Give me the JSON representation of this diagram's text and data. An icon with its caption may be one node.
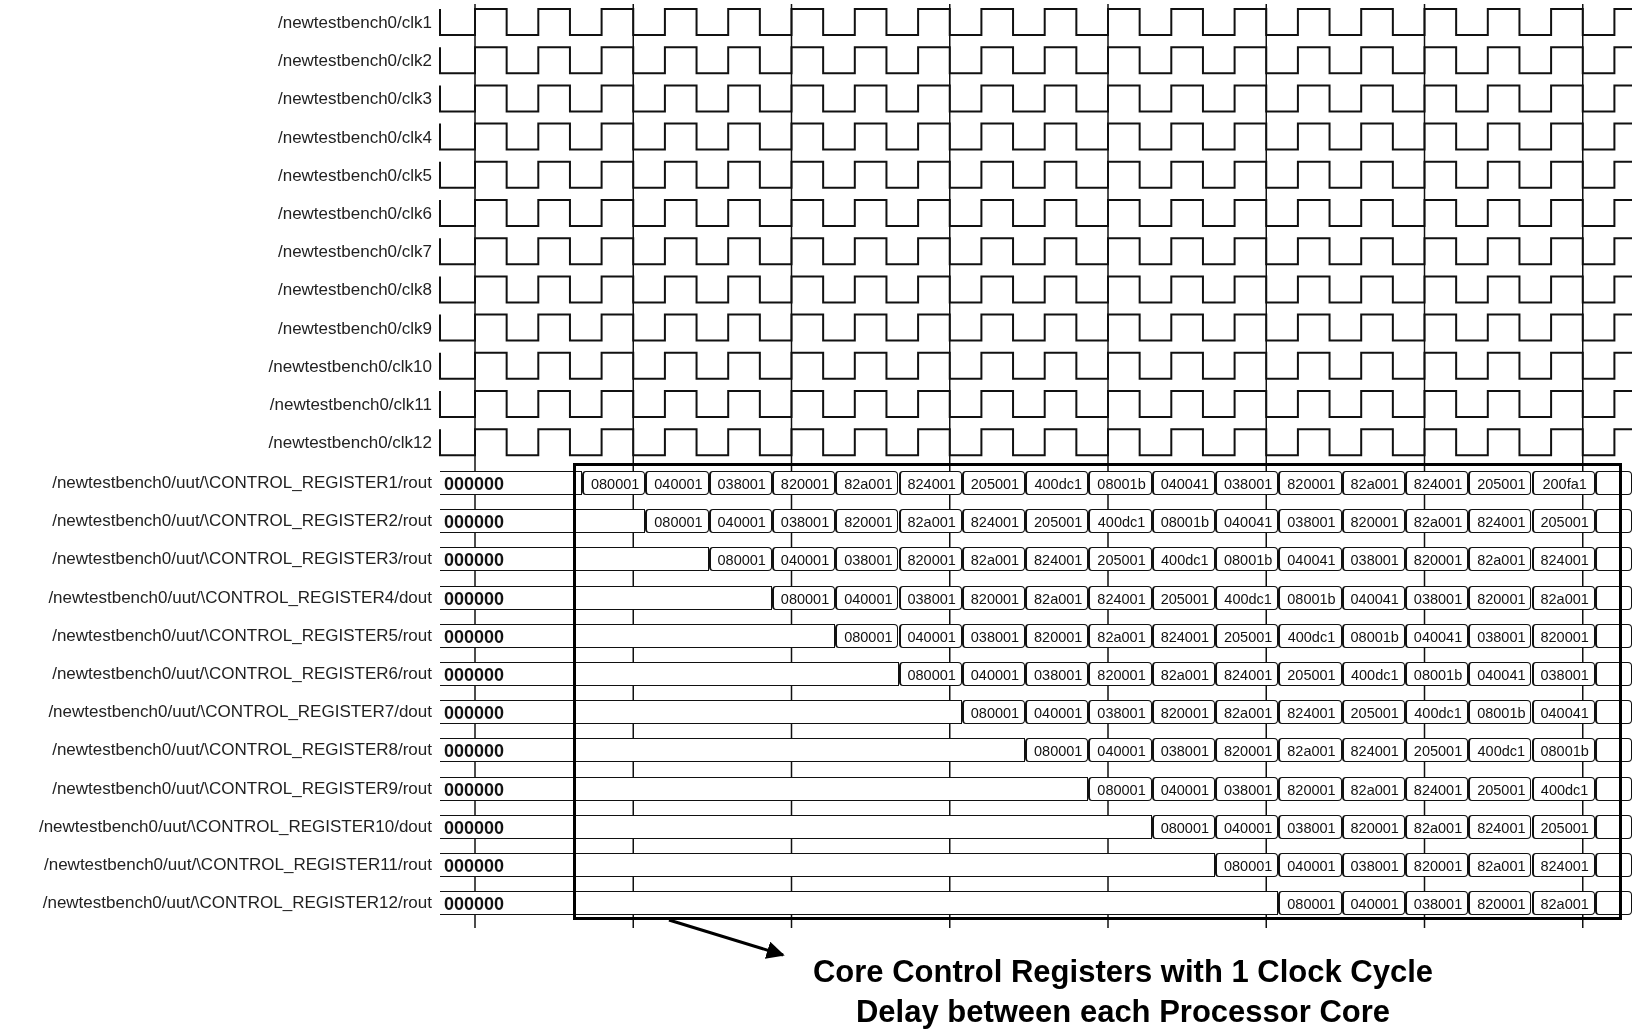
{
  "diagram": {
    "nodes": [
      {
        "text": [],
        "shape": "box"
      },
      {
        "text": [
          "Core Control Registers with 1 Clock Cycle Delay between each Processor Core"
        ]
      }
    ],
    "edges": [
      {
        "from": 0,
        "to": 1,
        "arrow": "to"
      }
    ],
    "labels": [
      "/newtestbench0/clk1",
      "/newtestbench0/clk2",
      "/newtestbench0/clk3",
      "/newtestbench0/clk4",
      "/newtestbench0/clk5",
      "/newtestbench0/clk6",
      "/newtestbench0/clk7",
      "/newtestbench0/clk8",
      "/newtestbench0/clk9",
      "/newtestbench0/clk10",
      "/newtestbench0/clk11",
      "/newtestbench0/clk12",
      "/newtestbench0/uut/\\CONTROL_REGISTER1/rout",
      "000000",
      "080001",
      "040001",
      "038001",
      "820001",
      "82a001",
      "824001",
      "205001",
      "400dc1",
      "08001b",
      "040041",
      "038001",
      "820001",
      "82a001",
      "824001",
      "205001",
      "200fa1",
      "/newtestbench0/uut/\\CONTROL_REGISTER2/rout",
      "000000",
      "080001",
      "040001",
      "038001",
      "820001",
      "82a001",
      "824001",
      "205001",
      "400dc1",
      "08001b",
      "040041",
      "038001",
      "820001",
      "82a001",
      "824001",
      "205001",
      "/newtestbench0/uut/\\CONTROL_REGISTER3/rout",
      "000000",
      "080001",
      "040001",
      "038001",
      "820001",
      "82a001",
      "824001",
      "205001",
      "400dc1",
      "08001b",
      "040041",
      "038001",
      "820001",
      "82a001",
      "824001",
      "/newtestbench0/uut/\\CONTROL_REGISTER4/dout",
      "000000",
      "080001",
      "040001",
      "038001",
      "820001",
      "82a001",
      "824001",
      "205001",
      "400dc1",
      "08001b",
      "040041",
      "038001",
      "820001",
      "82a001",
      "/newtestbench0/uut/\\CONTROL_REGISTER5/rout",
      "000000",
      "080001",
      "040001",
      "038001",
      "820001",
      "82a001",
      "824001",
      "205001",
      "400dc1",
      "08001b",
      "040041",
      "038001",
      "820001",
      "/newtestbench0/uut/\\CONTROL_REGISTER6/rout",
      "000000",
      "080001",
      "040001",
      "038001",
      "820001",
      "82a001",
      "824001",
      "205001",
      "400dc1",
      "08001b",
      "040041",
      "038001",
      "/newtestbench0/uut/\\CONTROL_REGISTER7/dout",
      "000000",
      "080001",
      "040001",
      "038001",
      "820001",
      "82a001",
      "824001",
      "205001",
      "400dc1",
      "08001b",
      "040041",
      "/newtestbench0/uut/\\CONTROL_REGISTER8/rout",
      "000000",
      "080001",
      "040001",
      "038001",
      "820001",
      "82a001",
      "824001",
      "205001",
      "400dc1",
      "08001b",
      "/newtestbench0/uut/\\CONTROL_REGISTER9/rout",
      "000000",
      "080001",
      "040001",
      "038001",
      "820001",
      "82a001",
      "824001",
      "205001",
      "400dc1",
      "/newtestbench0/uut/\\CONTROL_REGISTER10/dout",
      "000000",
      "080001",
      "040001",
      "038001",
      "820001",
      "82a001",
      "824001",
      "205001",
      "/newtestbench0/uut/\\CONTROL_REGISTER11/rout",
      "000000",
      "080001",
      "040001",
      "038001",
      "820001",
      "82a001",
      "824001",
      "/newtestbench0/uut/\\CONTROL_REGISTER12/rout",
      "000000",
      "080001",
      "040001",
      "038001",
      "820001",
      "82a001"
    ]
  }
}
